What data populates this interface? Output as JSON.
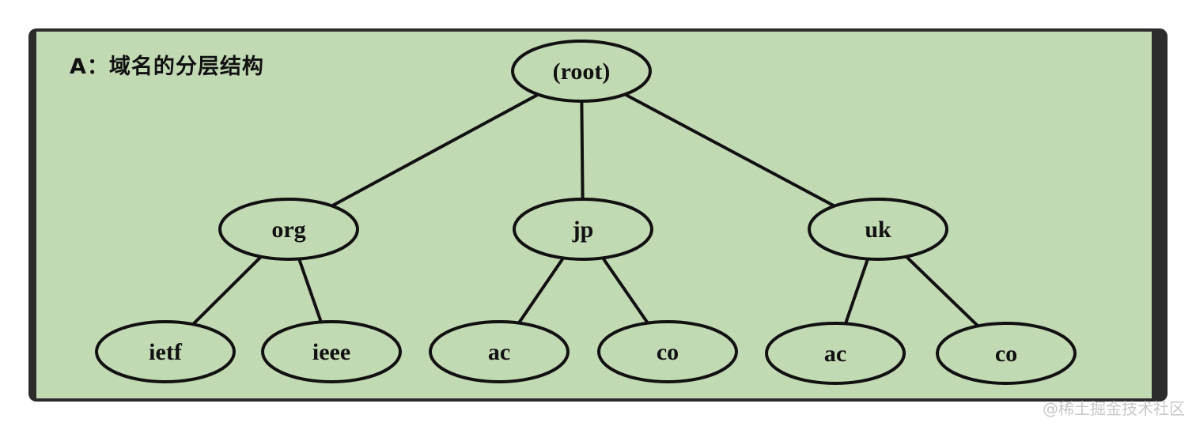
{
  "diagram": {
    "title": "A：域名的分层结构",
    "nodes": [
      {
        "id": "root",
        "label": "(root)",
        "parent": null
      },
      {
        "id": "org",
        "label": "org",
        "parent": "root"
      },
      {
        "id": "jp",
        "label": "jp",
        "parent": "root"
      },
      {
        "id": "uk",
        "label": "uk",
        "parent": "root"
      },
      {
        "id": "ietf",
        "label": "ietf",
        "parent": "org"
      },
      {
        "id": "ieee",
        "label": "ieee",
        "parent": "org"
      },
      {
        "id": "jp-ac",
        "label": "ac",
        "parent": "jp"
      },
      {
        "id": "jp-co",
        "label": "co",
        "parent": "jp"
      },
      {
        "id": "uk-ac",
        "label": "ac",
        "parent": "uk"
      },
      {
        "id": "uk-co",
        "label": "co",
        "parent": "uk"
      }
    ]
  },
  "watermark": "@稀土掘金技术社区",
  "colors": {
    "panel_background": "#c2dab4",
    "frame": "#2c2c2c",
    "stroke": "#111111"
  }
}
